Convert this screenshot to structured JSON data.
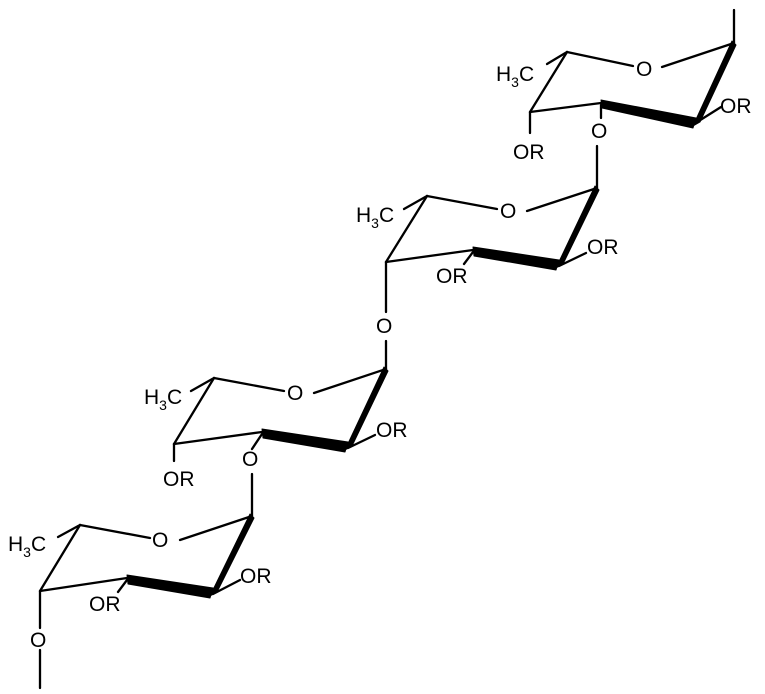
{
  "diagram": {
    "structure": "oligosaccharide chain",
    "rings": [
      {
        "id": "ring-1",
        "methyl": "H",
        "methyl_sub": "3",
        "methyl_tail": "C",
        "ring_oxygen": "O",
        "substituents": [
          "OR",
          "OR"
        ],
        "glycosidic_oxygen": "O"
      },
      {
        "id": "ring-2",
        "methyl": "H",
        "methyl_sub": "3",
        "methyl_tail": "C",
        "ring_oxygen": "O",
        "substituents": [
          "OR",
          "OR"
        ],
        "glycosidic_oxygen": "O"
      },
      {
        "id": "ring-3",
        "methyl": "H",
        "methyl_sub": "3",
        "methyl_tail": "C",
        "ring_oxygen": "O",
        "substituents": [
          "OR",
          "OR"
        ],
        "glycosidic_oxygen": "O"
      },
      {
        "id": "ring-4",
        "methyl": "H",
        "methyl_sub": "3",
        "methyl_tail": "C",
        "ring_oxygen": "O",
        "substituents": [
          "OR",
          "OR"
        ],
        "glycosidic_oxygen": "O"
      }
    ]
  }
}
